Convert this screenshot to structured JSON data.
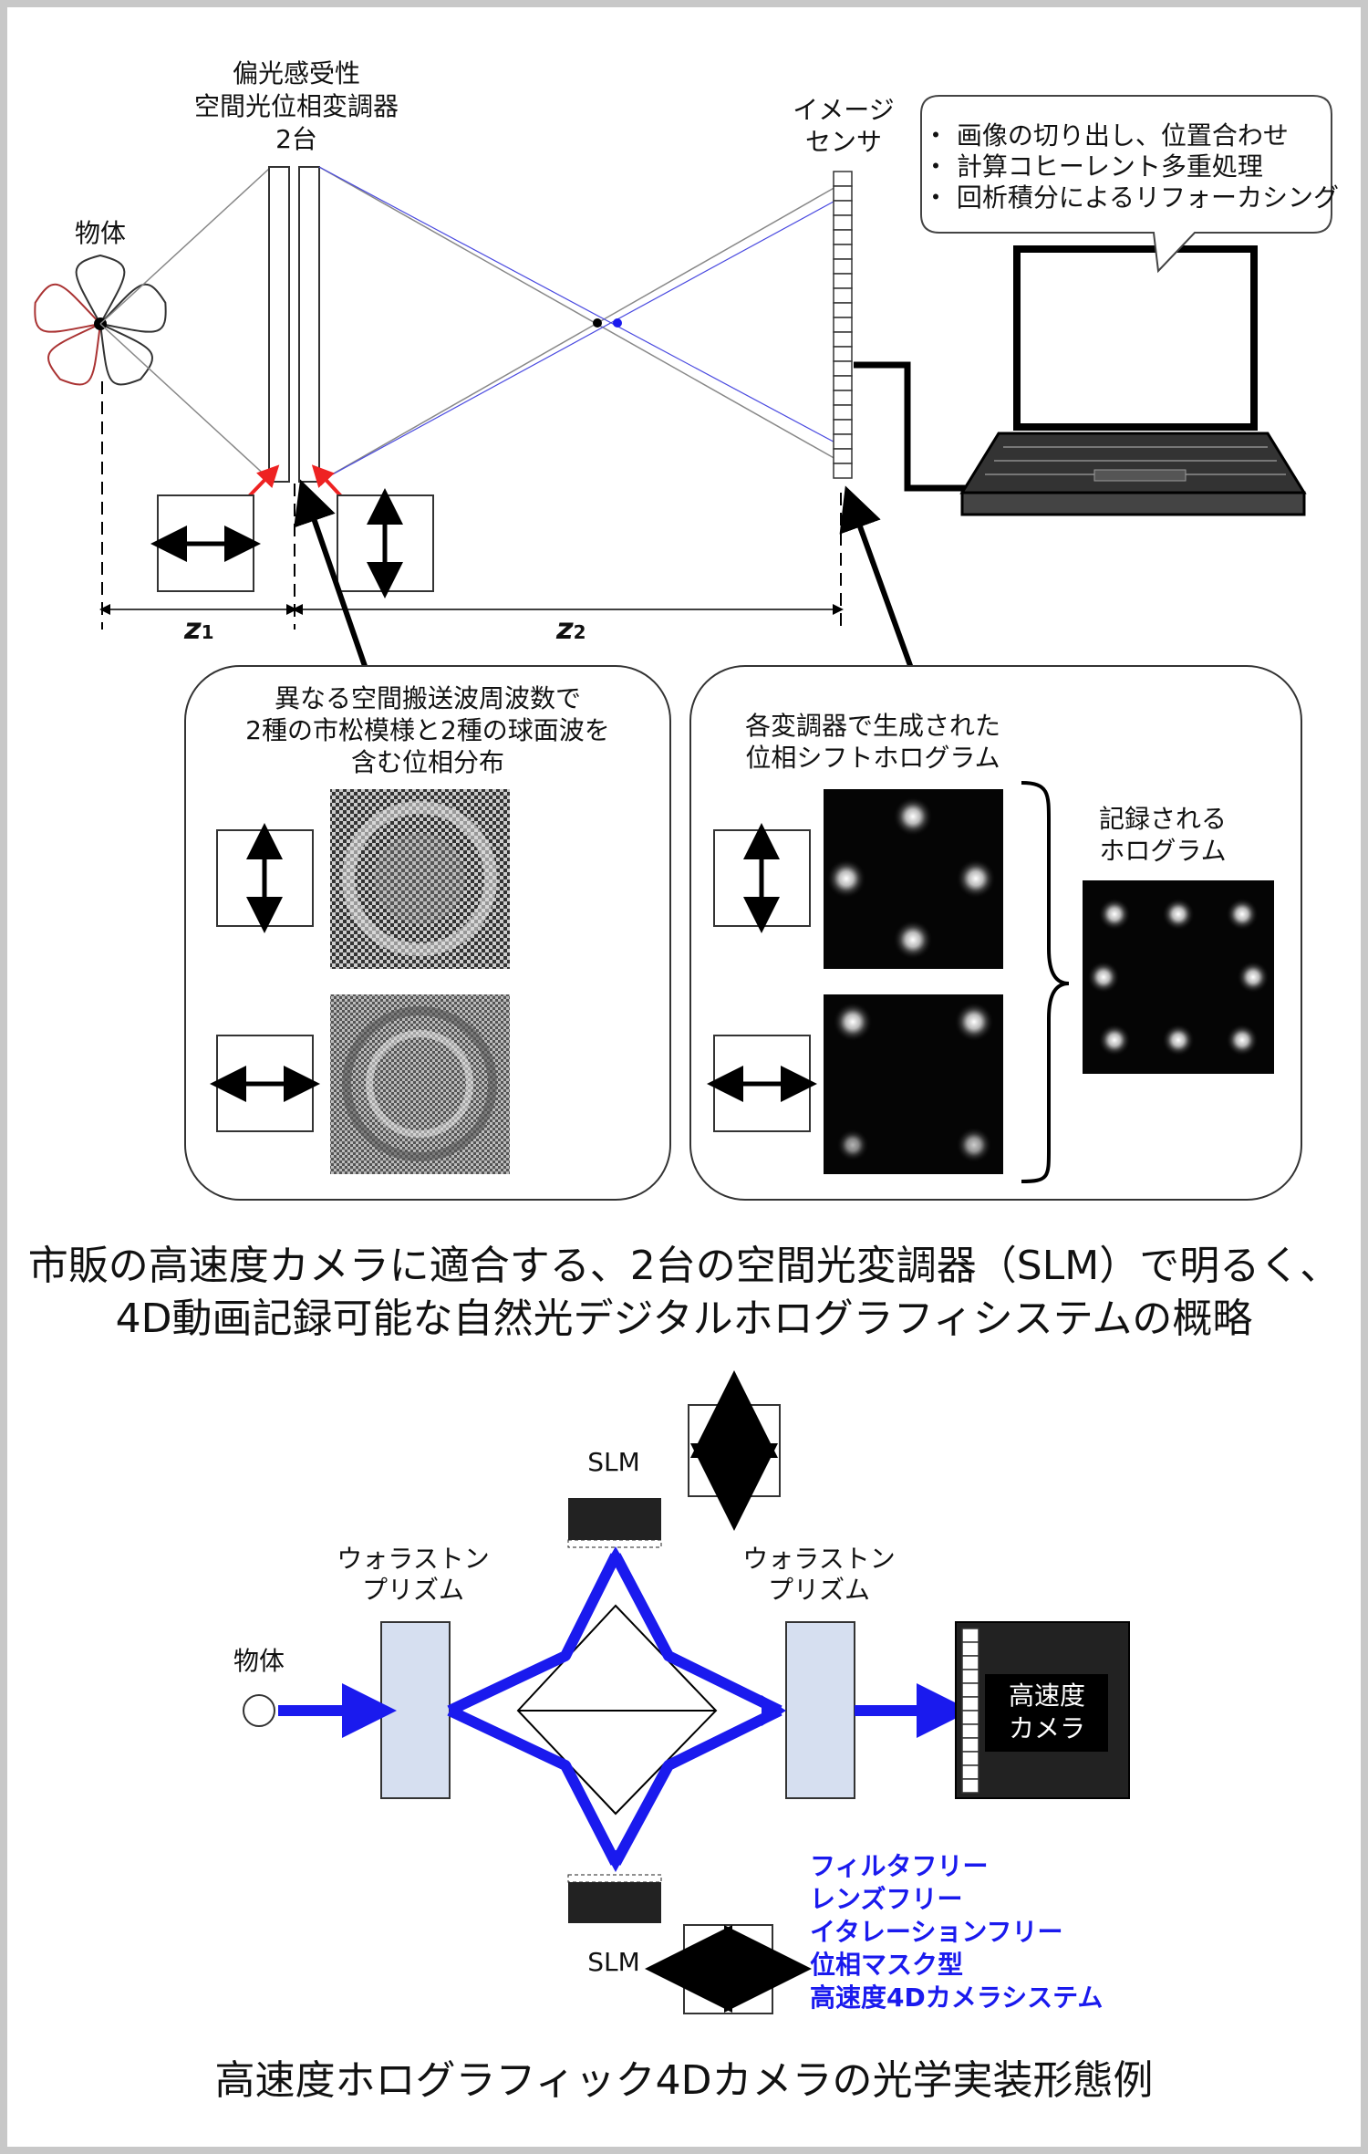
{
  "top": {
    "slm_label": [
      "偏光感受性",
      "空間光位相変調器",
      "2台"
    ],
    "object_label": "物体",
    "sensor_label": [
      "イメージ",
      "センサ"
    ],
    "callout": [
      "・ 画像の切り出し、位置合わせ",
      "・ 計算コヒーレント多重処理",
      "・ 回析積分によるリフォーカシング"
    ],
    "z1": "z",
    "z1_sub": "1",
    "z2": "z",
    "z2_sub": "2",
    "left_box_title": [
      "異なる空間搬送波周波数で",
      "2種の市松模様と2種の球面波を",
      "含む位相分布"
    ],
    "right_box_title": [
      "各変調器で生成された",
      "位相シフトホログラム"
    ],
    "recorded_label": [
      "記録される",
      "ホログラム"
    ]
  },
  "caption1": [
    "市販の高速度カメラに適合する、2台の空間光変調器（SLM）で明るく、",
    "4D動画記録可能な自然光デジタルホログラフィシステムの概略"
  ],
  "bottom": {
    "slm_top": "SLM",
    "slm_bottom": "SLM",
    "prism_left": [
      "ウォラストン",
      "プリズム"
    ],
    "prism_right": [
      "ウォラストン",
      "プリズム"
    ],
    "object_label": "物体",
    "camera_label": [
      "高速度",
      "カメラ"
    ],
    "features": [
      "フィルタフリー",
      "レンズフリー",
      "イタレーションフリー",
      "位相マスク型",
      "高速度4Dカメラシステム"
    ],
    "colors": {
      "beam": "#1a1aee",
      "red_arrow": "#ee2222"
    }
  },
  "caption2": "高速度ホログラフィック4Dカメラの光学実装形態例"
}
